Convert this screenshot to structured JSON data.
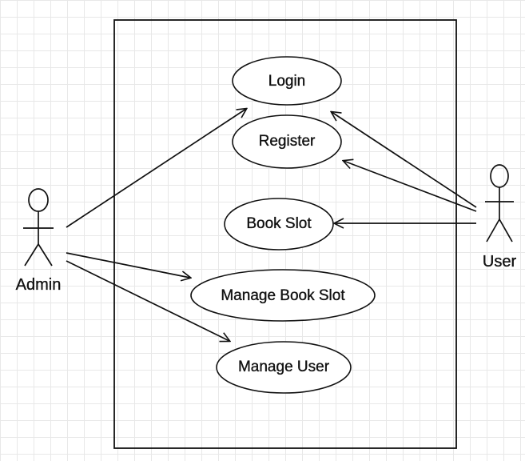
{
  "diagram": {
    "use_cases": [
      "Login",
      "Register",
      "Book Slot",
      "Manage Book Slot",
      "Manage User"
    ],
    "actors": {
      "admin": "Admin",
      "user": "User"
    },
    "associations": [
      {
        "from": "Admin",
        "to": "Login"
      },
      {
        "from": "Admin",
        "to": "Manage Book Slot"
      },
      {
        "from": "Admin",
        "to": "Manage User"
      },
      {
        "from": "User",
        "to": "Login"
      },
      {
        "from": "User",
        "to": "Register"
      },
      {
        "from": "User",
        "to": "Book Slot"
      }
    ],
    "colors": {
      "stroke": "#111111",
      "background": "#ffffff",
      "grid": "#e8e8e8"
    }
  }
}
